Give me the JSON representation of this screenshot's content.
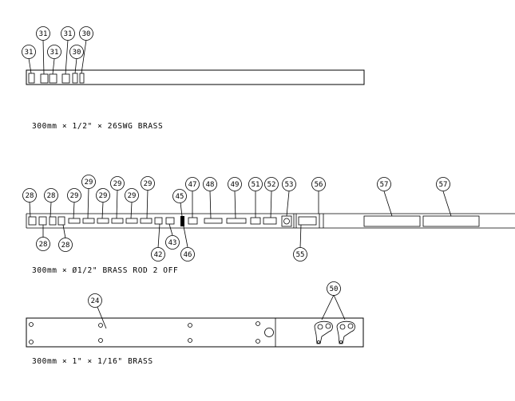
{
  "strip_sheet": {
    "caption": "300mm × 1/2\" × 26SWG BRASS",
    "labels": [
      "31",
      "31",
      "31",
      "30",
      "31",
      "30"
    ]
  },
  "rod_sheet": {
    "caption": "300mm × Ø1/2\" BRASS ROD 2 OFF",
    "top_labels": [
      "28",
      "28",
      "29",
      "29",
      "29",
      "29",
      "29",
      "29",
      "45",
      "47",
      "48",
      "49",
      "51",
      "52",
      "53",
      "56",
      "57",
      "57"
    ],
    "bottom_labels": [
      "28",
      "28",
      "42",
      "43",
      "46",
      "55"
    ]
  },
  "plate_sheet": {
    "caption": "300mm × 1\" × 1/16\" BRASS",
    "labels": [
      "24",
      "50"
    ]
  }
}
